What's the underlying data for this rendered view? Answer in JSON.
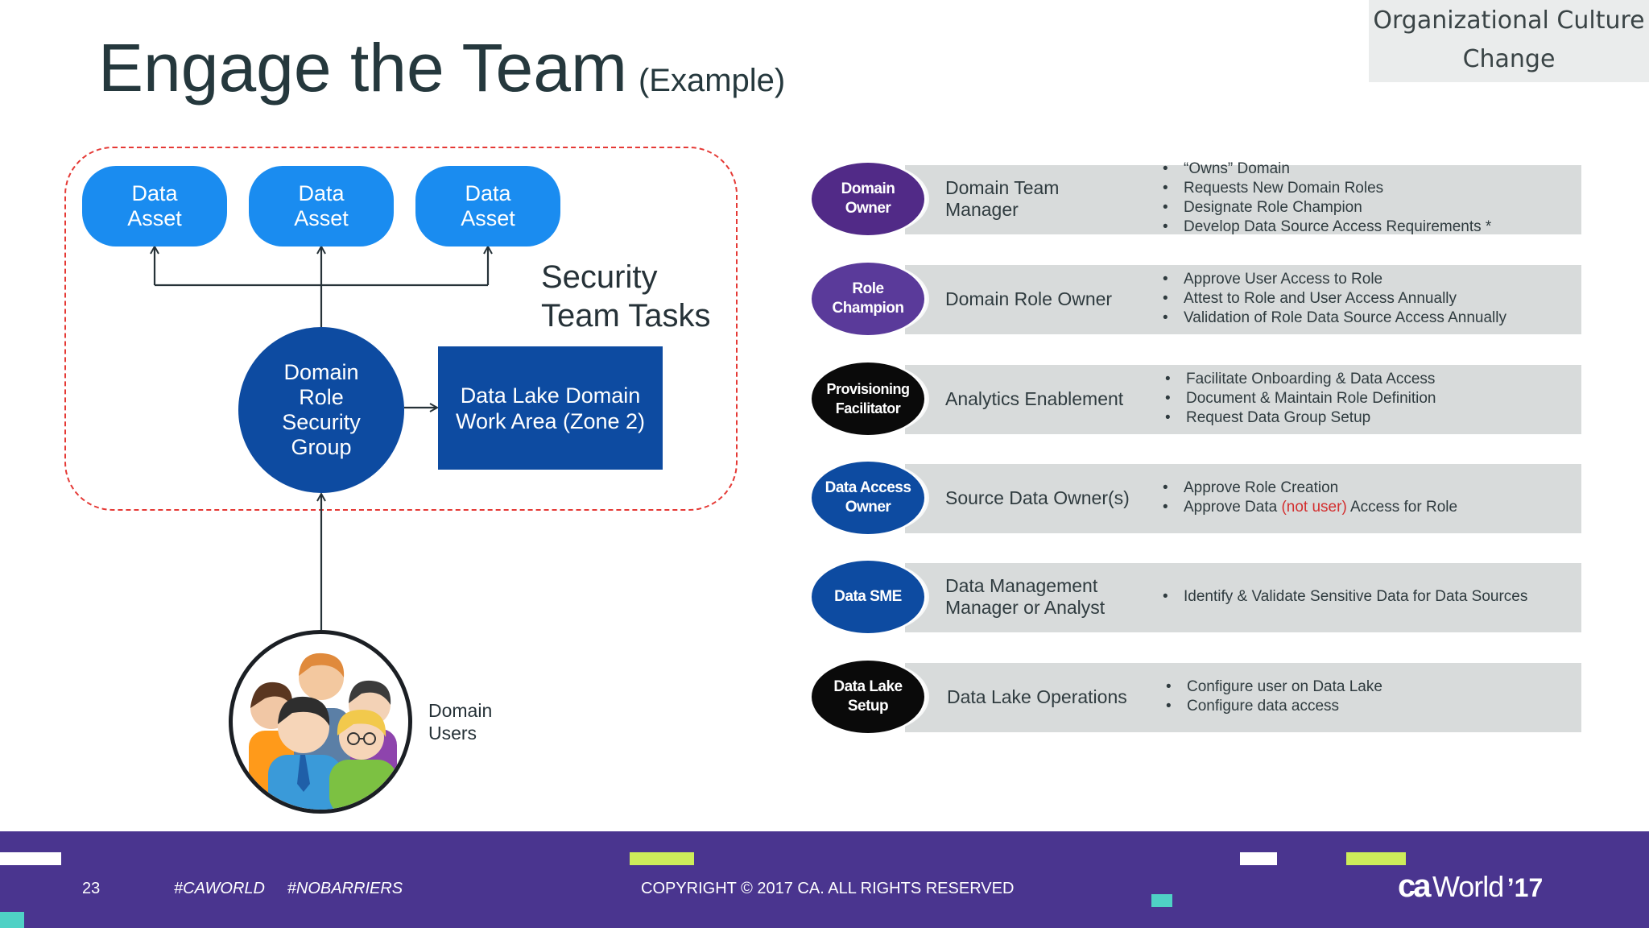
{
  "header": {
    "title": "Engage the Team",
    "title_suffix": "(Example)",
    "topic_line1": "Organizational Culture",
    "topic_line2": "Change"
  },
  "diagram": {
    "assets": [
      {
        "line1": "Data",
        "line2": "Asset"
      },
      {
        "line1": "Data",
        "line2": "Asset"
      },
      {
        "line1": "Data",
        "line2": "Asset"
      }
    ],
    "security_tasks_line1": "Security",
    "security_tasks_line2": "Team Tasks",
    "role_group": {
      "line1": "Domain",
      "line2": "Role",
      "line3": "Security",
      "line4": "Group"
    },
    "lake_box": {
      "line1": "Data Lake Domain",
      "line2": "Work Area (Zone 2)"
    },
    "users_label_line1": "Domain",
    "users_label_line2": "Users",
    "colors": {
      "asset": "#1a8cf0",
      "group": "#0d4ba1",
      "dashed_border": "#e53935"
    }
  },
  "roles": [
    {
      "circle_line1": "Domain",
      "circle_line2": "Owner",
      "circle_color": "#512a87",
      "title_line1": "Domain Team",
      "title_line2": "Manager",
      "bullets": [
        "“Owns” Domain",
        "Requests New Domain Roles",
        "Designate Role Champion",
        "Develop Data Source Access Requirements *"
      ]
    },
    {
      "circle_line1": "Role",
      "circle_line2": "Champion",
      "circle_color": "#5a3a9a",
      "title_line1": "Domain Role Owner",
      "title_line2": "",
      "bullets": [
        "Approve User Access to Role",
        "Attest to Role and User Access Annually",
        "Validation of Role Data Source Access Annually"
      ]
    },
    {
      "circle_line1": "Provisioning",
      "circle_line2": "Facilitator",
      "circle_color": "#0a0a0a",
      "title_line1": "Analytics Enablement",
      "title_line2": "",
      "bullets": [
        "Facilitate Onboarding & Data Access",
        "Document & Maintain Role Definition",
        "Request Data Group Setup"
      ]
    },
    {
      "circle_line1": "Data Access",
      "circle_line2": "Owner",
      "circle_color": "#0d4ba1",
      "title_line1": "Source Data Owner(s)",
      "title_line2": "",
      "bullets": [
        "Approve Role Creation"
      ],
      "bullet_split": {
        "before": "Approve Data ",
        "highlight": "(not user)",
        "after": " Access for Role"
      }
    },
    {
      "circle_line1": "Data SME",
      "circle_line2": "",
      "circle_color": "#0d4ba1",
      "title_line1": "Data Management",
      "title_line2": "Manager or Analyst",
      "bullets": [
        "Identify & Validate Sensitive Data for Data Sources"
      ]
    },
    {
      "circle_line1": "Data Lake",
      "circle_line2": "Setup",
      "circle_color": "#0a0a0a",
      "title_line1": "Data Lake Operations",
      "title_line2": "",
      "bullets": [
        "Configure user on Data Lake",
        "Configure data access"
      ]
    }
  ],
  "footer": {
    "page_number": "23",
    "hashtags": "#CAWORLD     #NOBARRIERS",
    "copyright": "COPYRIGHT © 2017 CA. ALL RIGHTS RESERVED",
    "logo_ca": "ca",
    "logo_world": "World",
    "logo_year": "’17",
    "bg_color": "#4a358f"
  }
}
